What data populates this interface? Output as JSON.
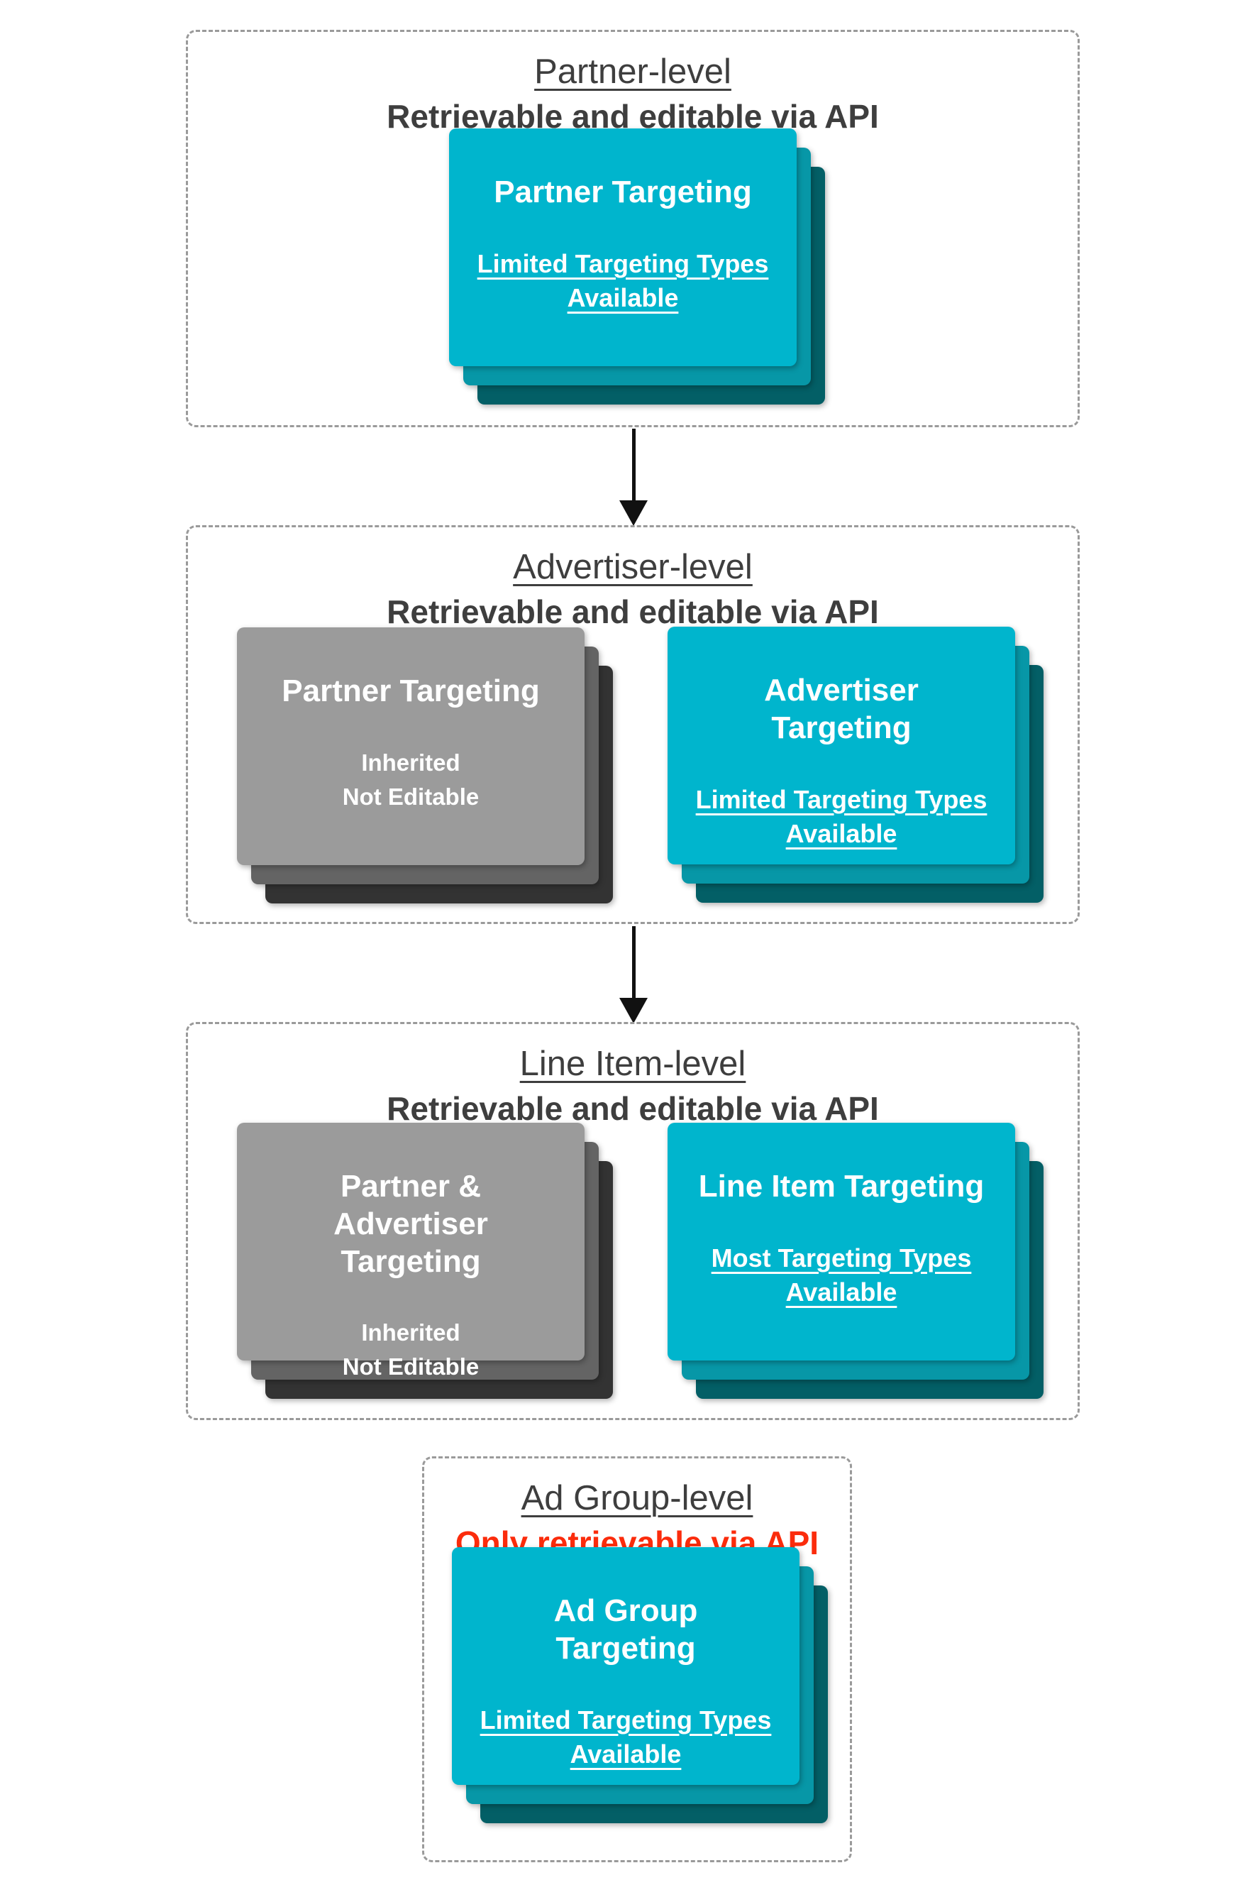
{
  "colors": {
    "teal_front": "#00b5cd",
    "teal_mid": "#0797a7",
    "teal_back": "#035f66",
    "gray_front": "#9b9b9b",
    "gray_mid": "#646464",
    "gray_back": "#333333",
    "heading_text": "#3e3e3e",
    "alert_red": "#fb2c0c",
    "card_text": "#ffffff",
    "dashed_border": "#9a9a9a",
    "arrow": "#111111"
  },
  "sections": [
    {
      "title": "Partner-level",
      "subtitle": "Retrievable and editable via API",
      "cards": [
        {
          "title": "Partner Targeting",
          "line1": "Limited Targeting Types",
          "line2": "Available"
        }
      ]
    },
    {
      "title": "Advertiser-level",
      "subtitle": "Retrievable and editable via API",
      "cards": [
        {
          "title": "Partner Targeting",
          "line1": "Inherited",
          "line2": "Not Editable"
        },
        {
          "title": "Advertiser Targeting",
          "line1": "Limited Targeting Types",
          "line2": "Available"
        }
      ]
    },
    {
      "title": "Line Item-level",
      "subtitle": "Retrievable and editable via API",
      "cards": [
        {
          "title": "Partner & Advertiser Targeting",
          "line1": "Inherited",
          "line2": "Not Editable"
        },
        {
          "title": "Line Item Targeting",
          "line1": "Most Targeting Types",
          "line2": "Available"
        }
      ]
    },
    {
      "title": "Ad Group-level",
      "subtitle": "Only retrievable via API",
      "cards": [
        {
          "title": "Ad Group Targeting",
          "line1": "Limited Targeting Types",
          "line2": "Available"
        }
      ]
    }
  ]
}
